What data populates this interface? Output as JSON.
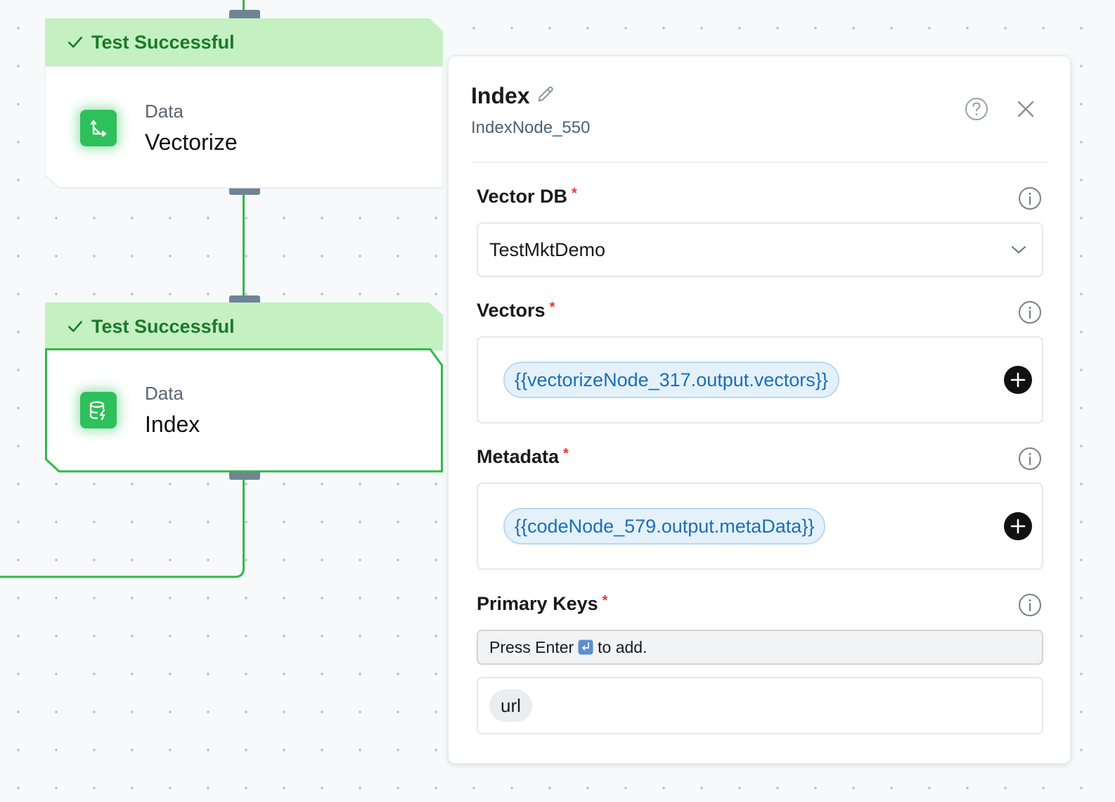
{
  "canvas": {
    "nodes": [
      {
        "status": "Test Successful",
        "kind": "Data",
        "name": "Vectorize",
        "icon": "vectorize-axes-icon",
        "selected": false
      },
      {
        "status": "Test Successful",
        "kind": "Data",
        "name": "Index",
        "icon": "database-index-icon",
        "selected": true
      }
    ]
  },
  "panel": {
    "title": "Index",
    "node_id": "IndexNode_550",
    "fields": {
      "vector_db": {
        "label": "Vector DB",
        "required_mark": "*",
        "value": "TestMktDemo"
      },
      "vectors": {
        "label": "Vectors",
        "required_mark": "*",
        "value": "{{vectorizeNode_317.output.vectors}}"
      },
      "metadata": {
        "label": "Metadata",
        "required_mark": "*",
        "value": "{{codeNode_579.output.metaData}}"
      },
      "primary_keys": {
        "label": "Primary Keys",
        "required_mark": "*",
        "hint_before": "Press Enter",
        "hint_after": "to add.",
        "tags": [
          "url"
        ]
      }
    }
  },
  "colors": {
    "success": "#33b84a",
    "status_bg": "#c4f0c2",
    "link_blue": "#1a6fb5",
    "required": "#e03a3a"
  }
}
